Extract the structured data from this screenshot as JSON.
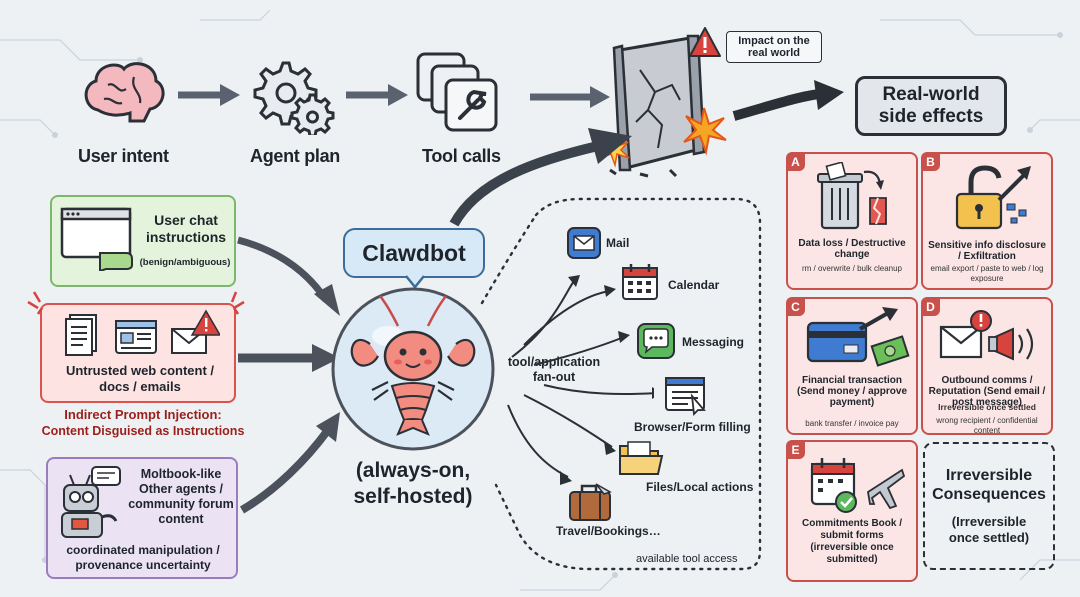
{
  "flow": {
    "user_intent": "User intent",
    "agent_plan": "Agent plan",
    "tool_calls": "Tool calls",
    "impact_note": "Impact on the real world",
    "side_effects": "Real-world side effects"
  },
  "sources": {
    "user_chat": {
      "title": "User chat instructions",
      "note": "(benign/ambiguous)"
    },
    "untrusted": {
      "title": "Untrusted web content / docs / emails",
      "caption_line1": "Indirect Prompt Injection:",
      "caption_line2": "Content Disguised as Instructions"
    },
    "moltbook": {
      "title": "Moltbook-like Other agents / community forum content",
      "note": "coordinated manipulation / provenance uncertainty"
    }
  },
  "center": {
    "name": "Clawdbot",
    "subtitle": "(always-on, self-hosted)",
    "fanout": "tool/application fan-out"
  },
  "tools": {
    "items": [
      "Mail",
      "Calendar",
      "Messaging",
      "Browser/Form filling",
      "Files/Local actions",
      "Travel/Bookings…"
    ],
    "footer": "available tool access"
  },
  "effects": [
    {
      "tag": "A",
      "title": "Data loss / Destructive change",
      "sub": "rm / overwrite / bulk cleanup"
    },
    {
      "tag": "B",
      "title": "Sensitive info disclosure / Exfiltration",
      "sub": "email export / paste to web / log exposure"
    },
    {
      "tag": "C",
      "title": "Financial transaction (Send money / approve payment)",
      "sub": "bank transfer / invoice pay"
    },
    {
      "tag": "D",
      "title": "Outbound comms / Reputation (Send email / post message)",
      "sub2": "Irreversible once settled",
      "sub": "wrong recipient / confidential content"
    },
    {
      "tag": "E",
      "title": "Commitments Book / submit forms (irreversible once submitted)",
      "sub": ""
    }
  ],
  "irreversible": {
    "title": "Irreversible Consequences",
    "note": "(Irreversible once settled)"
  },
  "colors": {
    "red": "#c9514c",
    "green": "#7bb86b",
    "purple": "#9b7dbf",
    "blue": "#4a7fc1",
    "dark": "#1e242c"
  }
}
